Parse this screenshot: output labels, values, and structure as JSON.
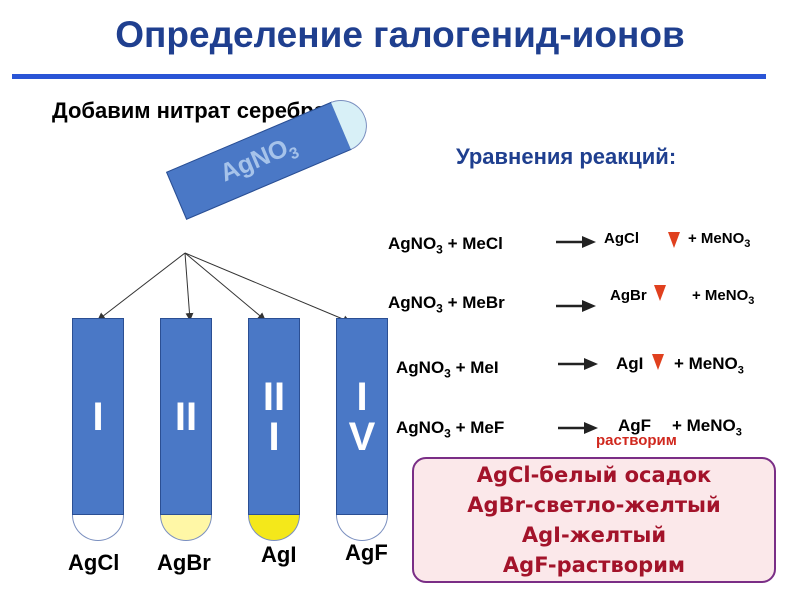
{
  "title": "Определение галогенид-ионов",
  "subtitle": "Добавим нитрат серебра.",
  "equations_heading": "Уравнения реакций:",
  "reagent": {
    "formula_main": "AgNO",
    "formula_sub": "3"
  },
  "equations": [
    {
      "left_a": "AgNO",
      "left_sub": "3",
      "left_b": " + MeCl",
      "product": "AgCl",
      "precipitate": true,
      "side_a": "+ MeNO",
      "side_sub": "3"
    },
    {
      "left_a": "AgNO",
      "left_sub": "3",
      "left_b": " + MeBr",
      "product": "AgBr",
      "precipitate": true,
      "side_a": "+ MeNO",
      "side_sub": "3"
    },
    {
      "left_a": "AgNO",
      "left_sub": "3",
      "left_b": " + MeI",
      "product": "AgI",
      "precipitate": true,
      "side_a": "+  MeNO",
      "side_sub": "3"
    },
    {
      "left_a": "AgNO",
      "left_sub": "3",
      "left_b": " + MeF",
      "product": "AgF",
      "precipitate": false,
      "side_a": "+  MeNO",
      "side_sub": "3"
    }
  ],
  "dissolves_note": "растворим",
  "tubes": [
    {
      "label_line1": "I",
      "label_line2": "",
      "salt": "AgCl",
      "bottom_color": "#ffffff"
    },
    {
      "label_line1": "II",
      "label_line2": "",
      "salt": "AgBr",
      "bottom_color": "#fff7a6"
    },
    {
      "label_line1": "II",
      "label_line2": "I",
      "salt": "AgI",
      "bottom_color": "#f4e81a"
    },
    {
      "label_line1": "I",
      "label_line2": "V",
      "salt": "AgF",
      "bottom_color": "#ffffff"
    }
  ],
  "results": [
    "AgCl-белый осадок",
    "AgBr-светло-желтый",
    "AgI-желтый",
    "AgF-растворим"
  ],
  "colors": {
    "title": "#1f3f8f",
    "tube_fill": "#4a78c6",
    "precipitate_marker": "#e0401e",
    "note": "#d0281e",
    "result_text": "#a3132a",
    "result_border": "#7a2e86",
    "result_bg": "#fbe8ea"
  },
  "icons": {
    "reaction_arrow": "arrow-right-icon",
    "precipitate": "precipitate-down-arrow-icon"
  }
}
